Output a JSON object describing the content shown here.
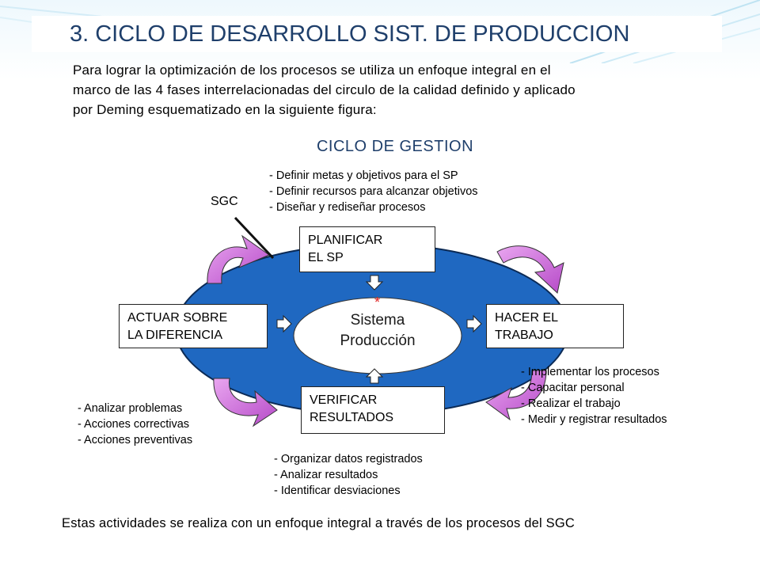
{
  "title": "3. CICLO DE DESARROLLO SIST. DE PRODUCCION",
  "intro_lines": [
    "Para lograr la optimización de los procesos se utiliza un enfoque integral en el",
    "marco de las 4 fases interrelacionadas del circulo de la calidad definido y aplicado",
    "por Deming esquematizado en la siguiente figura:"
  ],
  "cycle_title": "CICLO DE GESTION",
  "sgc_label": "SGC",
  "center": {
    "line1": "Sistema",
    "line2": "Producción"
  },
  "phases": {
    "plan": {
      "line1": "PLANIFICAR",
      "line2": "EL SP"
    },
    "do": {
      "line1": "HACER EL",
      "line2": "TRABAJO"
    },
    "check": {
      "line1": "VERIFICAR",
      "line2": "RESULTADOS"
    },
    "act": {
      "line1": "ACTUAR SOBRE",
      "line2": "LA DIFERENCIA"
    }
  },
  "plan_actions": [
    "- Definir metas y objetivos para el SP",
    "- Definir recursos para alcanzar objetivos",
    "- Diseñar y rediseñar procesos"
  ],
  "do_actions": [
    "- Implementar los procesos",
    "- Capacitar personal",
    "- Realizar el trabajo",
    "- Medir y registrar resultados"
  ],
  "check_actions": [
    "- Organizar datos registrados",
    "- Analizar resultados",
    "- Identificar desviaciones"
  ],
  "act_actions": [
    "- Analizar problemas",
    "- Acciones correctivas",
    "- Acciones preventivas"
  ],
  "footer": "Estas actividades se realiza con un enfoque integral a través de los procesos del  SGC",
  "colors": {
    "ellipse": "#1f68c1",
    "arrow_fill": "#c95fd8",
    "title": "#1f3f6b",
    "marker": "#e02020"
  }
}
